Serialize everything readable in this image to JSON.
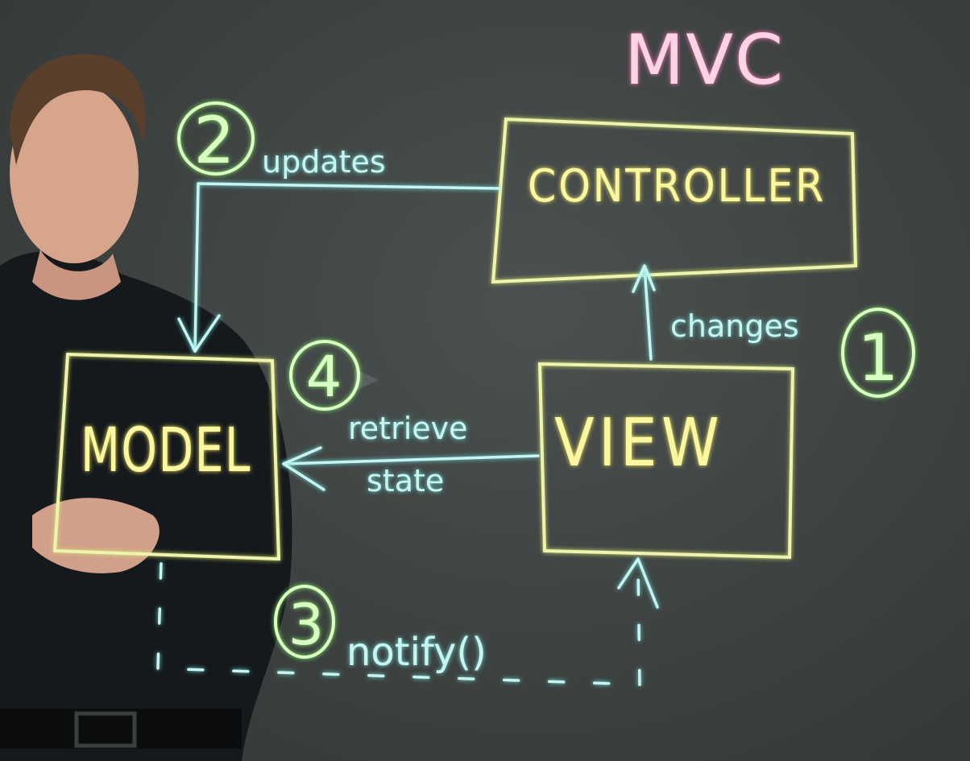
{
  "title": "MVC",
  "boxes": {
    "controller": "CONTROLLER",
    "model": "MODEL",
    "view": "VIEW"
  },
  "labels": {
    "updates": "updates",
    "changes": "changes",
    "retrieve": "retrieve",
    "state": "state",
    "notify": "notify()"
  },
  "steps": {
    "one": "1",
    "two": "2",
    "three": "3",
    "four": "4"
  },
  "colors": {
    "board": "#3d4241",
    "title": "#ffd3e6",
    "boxes": "#eff3b0",
    "arrows": "#c9f3f0",
    "step_circles": "#d9ffc2"
  }
}
